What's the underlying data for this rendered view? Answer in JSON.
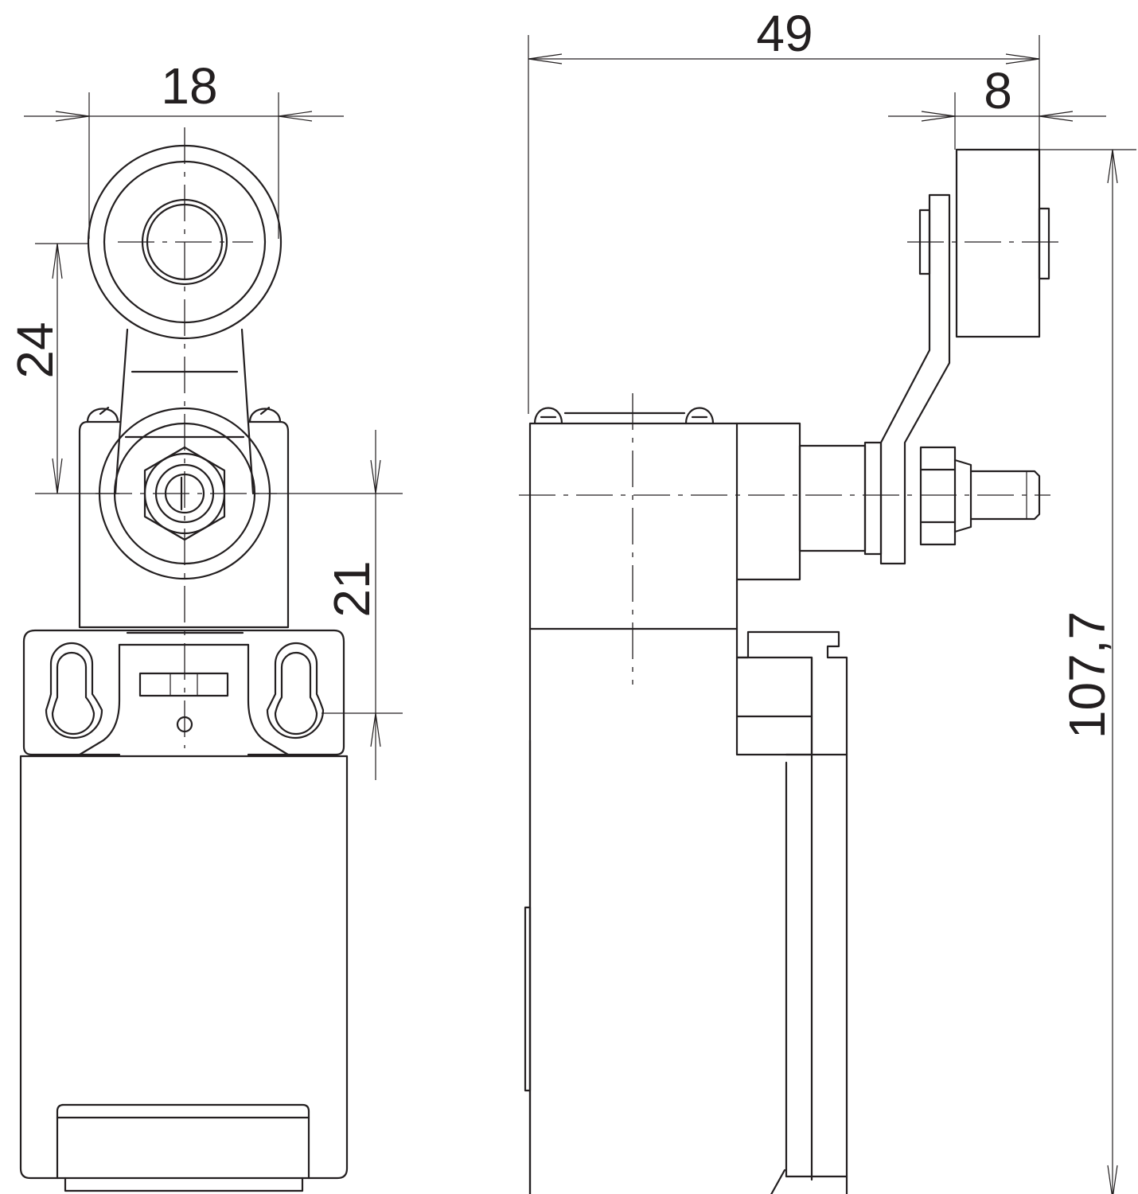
{
  "colors": {
    "line": "#231f20",
    "background": "#ffffff"
  },
  "dimensions": {
    "roller_width": "18",
    "arm_length": "24",
    "mount_offset": "21",
    "overall_depth": "49",
    "roller_thickness": "8",
    "overall_height": "107,7"
  }
}
